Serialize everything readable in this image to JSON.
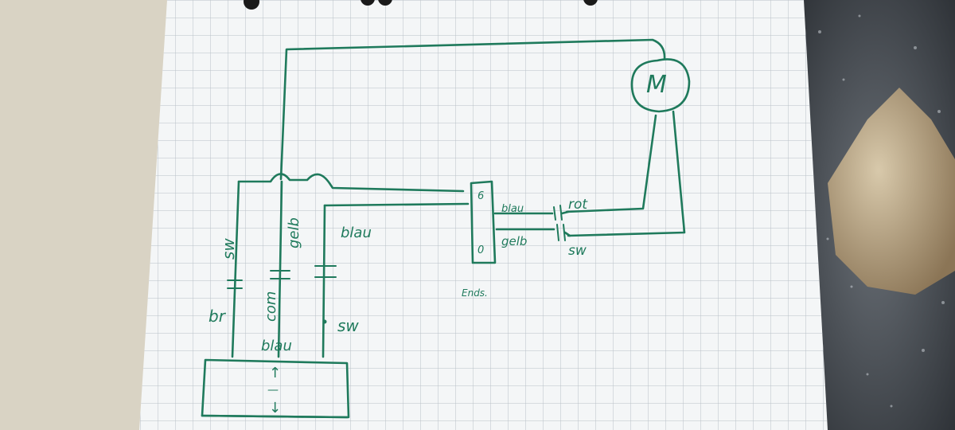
{
  "colors": {
    "ink": "#1f7a5c",
    "paper": "#f4f6f7",
    "grid": "#b9c0c7",
    "desk_left": "#d8d2c3",
    "granite": "#4a4f55",
    "crystal": "#a8906c"
  },
  "diagram": {
    "motor_label": "M",
    "left_wires": {
      "sw": "sw",
      "gelb": "gelb",
      "blau": "blau",
      "br": "br",
      "com": "com",
      "blau_bottom": "blau",
      "sw_right": "sw"
    },
    "switch_box": {
      "top_mark": "6",
      "bottom_mark": "0"
    },
    "right_wires": {
      "blau": "blau",
      "gelb": "gelb",
      "rot": "rot",
      "sw": "sw"
    },
    "endswitch_label": "Ends.",
    "bottom_box_symbols": {
      "up": "↑",
      "dash": "—",
      "down": "↓"
    }
  }
}
